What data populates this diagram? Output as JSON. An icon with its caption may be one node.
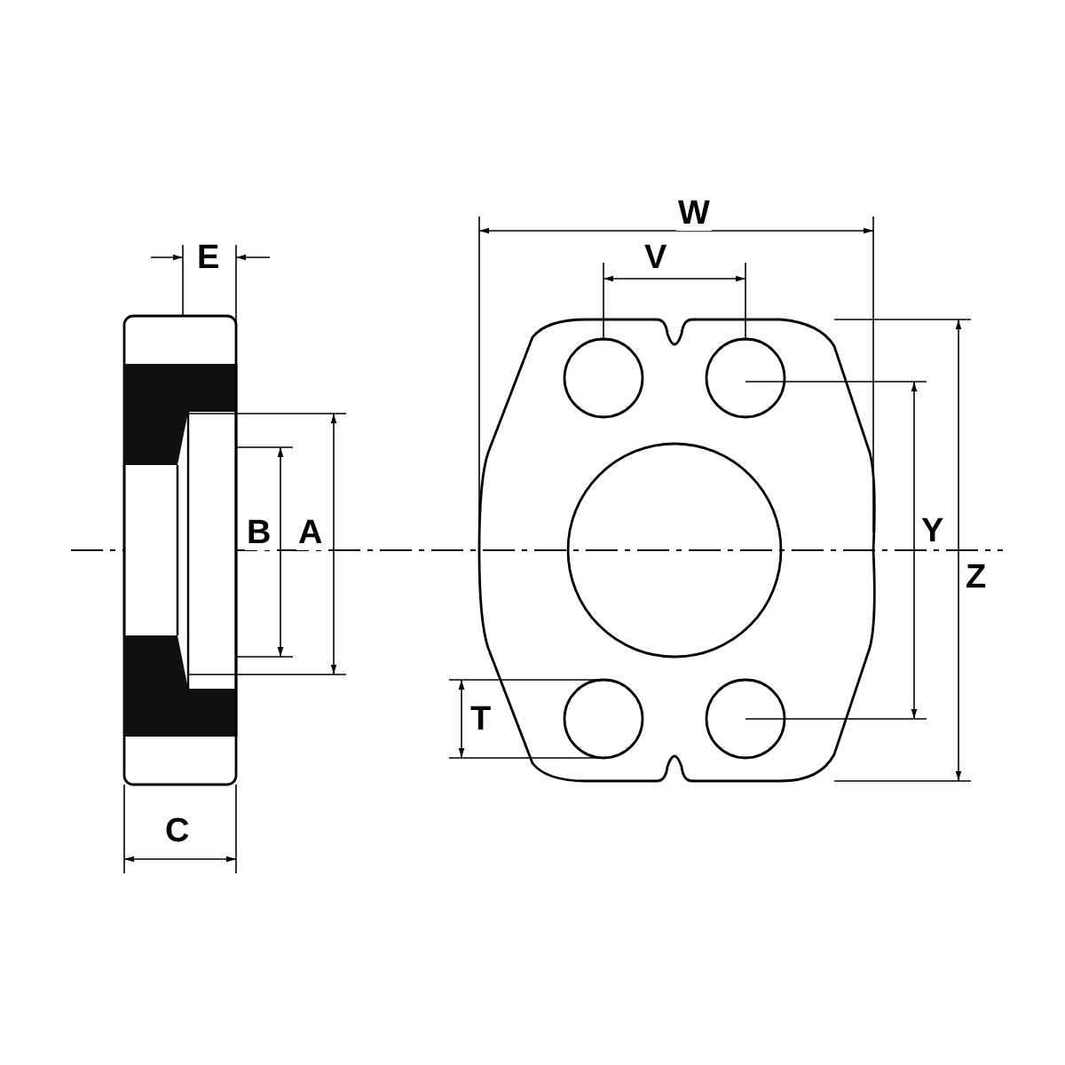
{
  "diagram": {
    "labels": [
      "W",
      "E",
      "V",
      "B",
      "A",
      "Y",
      "Z",
      "T",
      "C"
    ]
  }
}
